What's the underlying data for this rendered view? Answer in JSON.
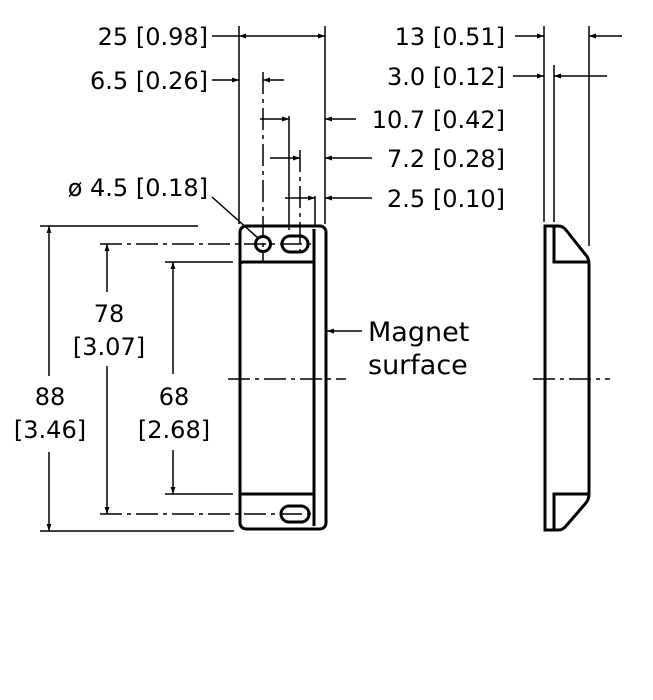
{
  "drawing": {
    "title": "Magnet actuator dimension drawing",
    "units": "mm [in]",
    "stroke_color": "#000000",
    "background": "#ffffff"
  },
  "front_view": {
    "dimensions": {
      "width_overall": "25 [0.98]",
      "hole_offset": "6.5 [0.26]",
      "slot_end": "10.7 [0.42]",
      "slot_center": "7.2 [0.28]",
      "edge_step": "2.5 [0.10]",
      "hole_diameter": "ø 4.5 [0.18]",
      "height_overall_mm": "88",
      "height_overall_in": "[3.46]",
      "hole_spacing_mm": "78",
      "hole_spacing_in": "[3.07]",
      "pocket_spacing_mm": "68",
      "pocket_spacing_in": "[2.68]"
    },
    "callout": {
      "line1": "Magnet",
      "line2": "surface"
    }
  },
  "side_view": {
    "dimensions": {
      "depth_overall": "13 [0.51]",
      "wall_thickness": "3.0 [0.12]"
    }
  }
}
